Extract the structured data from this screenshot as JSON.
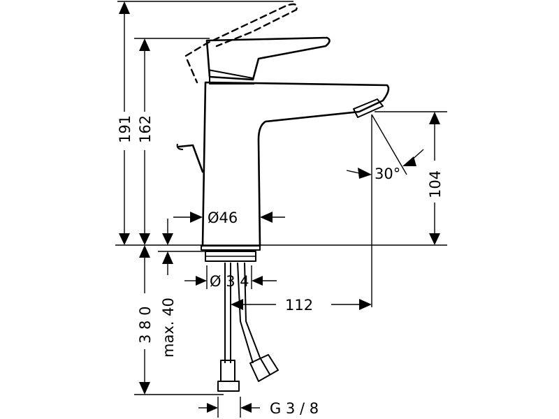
{
  "dimensions": {
    "total_height": "191",
    "spout_top_height": "162",
    "spout_outlet_height": "104",
    "spray_angle": "30°",
    "body_diameter": "Ø46",
    "hole_diameter": "Ø 3 4",
    "projection": "112",
    "hose_length": "3 8 0",
    "max_counter_thickness": "max. 40",
    "thread": "G 3 / 8"
  }
}
